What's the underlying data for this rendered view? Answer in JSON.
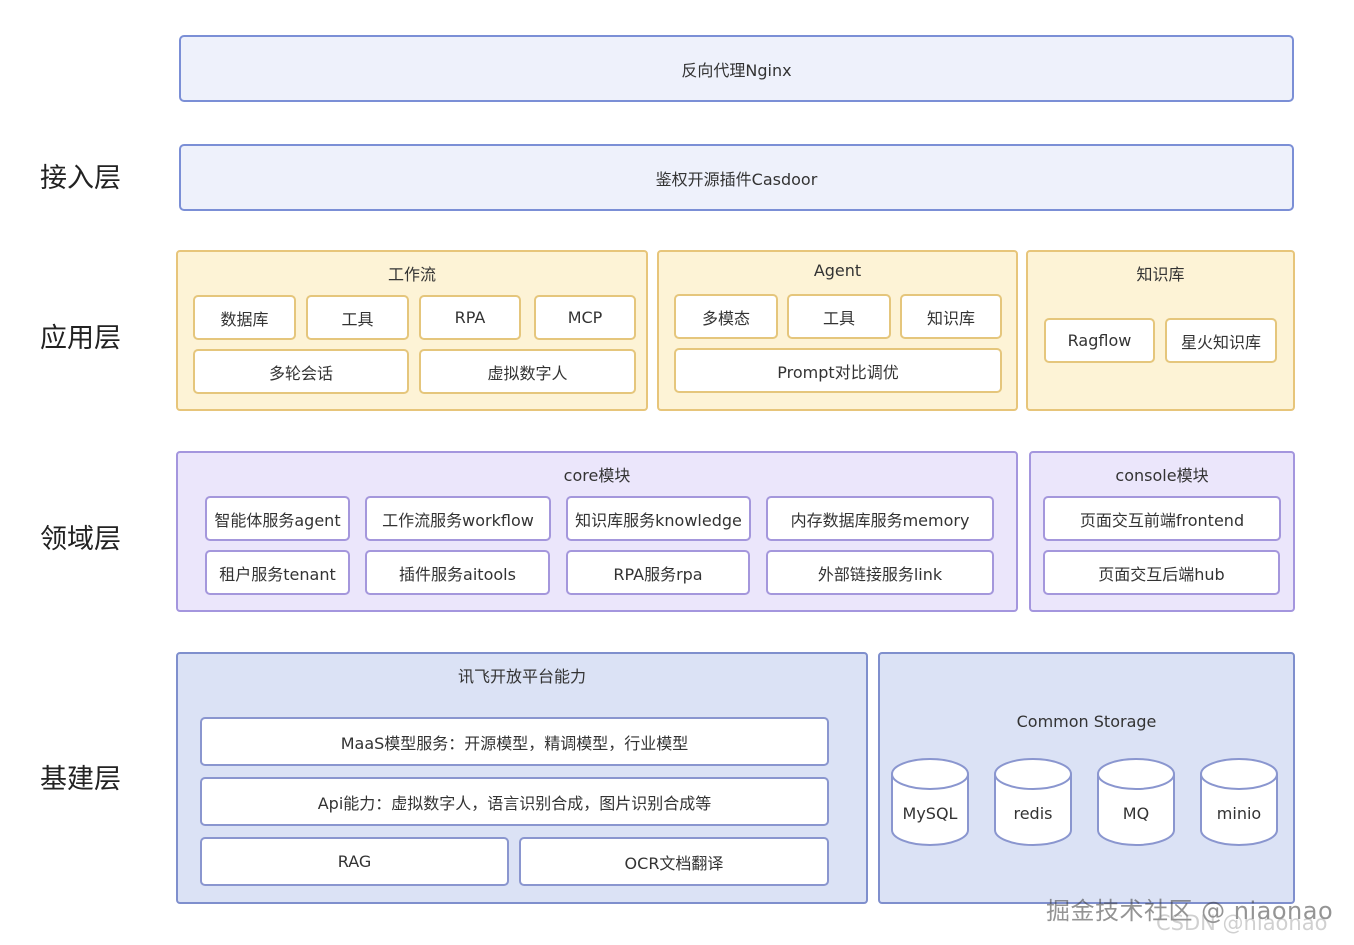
{
  "layers": {
    "access": "接入层",
    "application": "应用层",
    "domain": "领域层",
    "infrastructure": "基建层"
  },
  "access": {
    "proxy": "反向代理Nginx",
    "auth": "鉴权开源插件Casdoor"
  },
  "application": {
    "workflow": {
      "title": "工作流",
      "items": [
        "数据库",
        "工具",
        "RPA",
        "MCP",
        "多轮会话",
        "虚拟数字人"
      ]
    },
    "agent": {
      "title": "Agent",
      "items": [
        "多模态",
        "工具",
        "知识库",
        "Prompt对比调优"
      ]
    },
    "knowledge": {
      "title": "知识库",
      "items": [
        "Ragflow",
        "星火知识库"
      ]
    }
  },
  "domain": {
    "core": {
      "title": "core模块",
      "items": [
        "智能体服务agent",
        "工作流服务workflow",
        "知识库服务knowledge",
        "内存数据库服务memory",
        "租户服务tenant",
        "插件服务aitools",
        "RPA服务rpa",
        "外部链接服务link"
      ]
    },
    "console": {
      "title": "console模块",
      "items": [
        "页面交互前端frontend",
        "页面交互后端hub"
      ]
    }
  },
  "infrastructure": {
    "xfyun": {
      "title": "讯飞开放平台能力",
      "items": [
        "MaaS模型服务：开源模型，精调模型，行业模型",
        "Api能力：虚拟数字人，语言识别合成，图片识别合成等",
        "RAG",
        "OCR文档翻译"
      ]
    },
    "storage": {
      "title": "Common Storage",
      "items": [
        "MySQL",
        "redis",
        "MQ",
        "minio"
      ]
    }
  },
  "watermark": {
    "primary": "掘金技术社区 @ niaonao",
    "secondary": "CSDN @niaonao"
  },
  "colors": {
    "access_fill": "#eef1fb",
    "access_border": "#7b8fd6",
    "application_fill": "#fdf3d6",
    "application_border": "#e7c57a",
    "domain_fill": "#ebe6fb",
    "domain_border": "#a496de",
    "infrastructure_fill": "#dbe2f5",
    "infrastructure_border": "#7f8fcd"
  }
}
